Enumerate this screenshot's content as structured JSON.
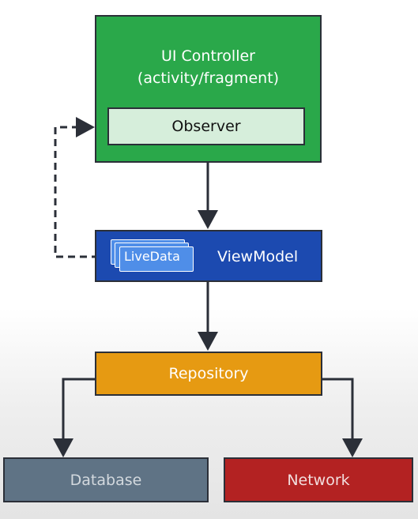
{
  "diagram": {
    "ui_controller": {
      "line1": "UI Controller",
      "line2": "(activity/fragment)"
    },
    "observer": "Observer",
    "viewmodel": "ViewModel",
    "livedata": "LiveData",
    "repository": "Repository",
    "database": "Database",
    "network": "Network"
  },
  "colors": {
    "ui_controller": "#2aa84a",
    "observer": "#d6eedb",
    "viewmodel": "#1c4ab0",
    "livedata": "#4f8ee8",
    "repository": "#e69a12",
    "database": "#5f7385",
    "network": "#b32222",
    "connector": "#2b2f38"
  }
}
